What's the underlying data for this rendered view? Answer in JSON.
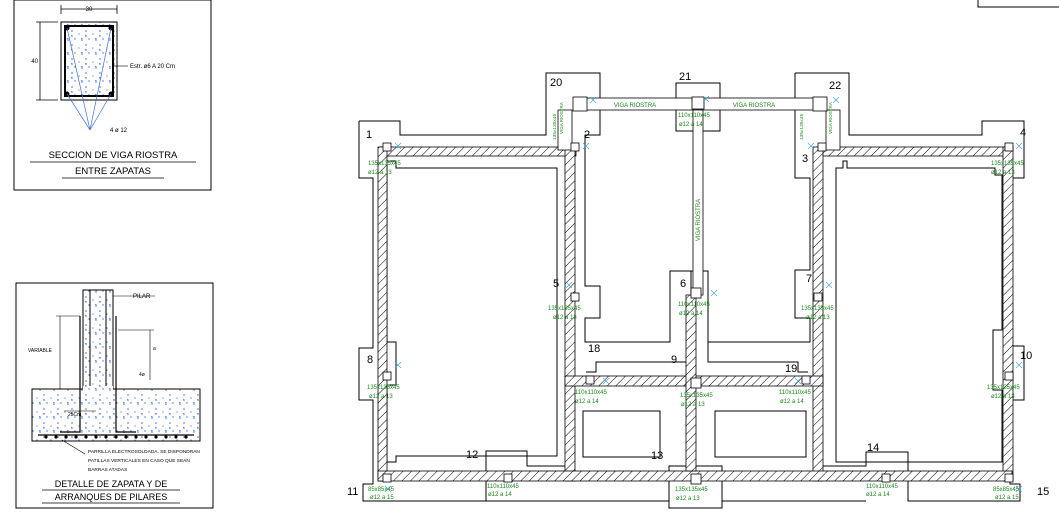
{
  "detail_section": {
    "dim_top": "30",
    "dim_left": "40",
    "stirrup_note": "Estr. ø6 A 20 Cm",
    "bars_note": "4 ø 12",
    "title_line1": "SECCION DE VIGA RIOSTRA",
    "title_line2": "ENTRE ZAPATAS"
  },
  "detail_footing": {
    "pillar_label": "PILAR",
    "variable_label": "VARIABLE",
    "dim_small_a": "a",
    "dim_small_b": "4ø",
    "dim_bottom": "25Cm",
    "note_line1": "PARRILLA ELECTROSOLDADA. SE DISPONDRAN",
    "note_line2": "PATILLAS VERTICALES EN CASO QUE SEAN",
    "note_line3": "BARRAS ATADAS",
    "title_line1": "DETALLE DE ZAPATA Y DE",
    "title_line2": "ARRANQUES DE PILARES"
  },
  "beam_labels": {
    "riostra_left": "VIGA RIOSTRA",
    "riostra_right": "VIGA RIOSTRA",
    "riostra_vertical": "VIGA RIOSTRA"
  },
  "footings": [
    {
      "id": "1",
      "size": "135x135x45",
      "rebar": "ø12 a 13"
    },
    {
      "id": "2",
      "size": "",
      "rebar": ""
    },
    {
      "id": "3",
      "size": "",
      "rebar": ""
    },
    {
      "id": "4",
      "size": "135x135x45",
      "rebar": "ø12 a 13"
    },
    {
      "id": "5",
      "size": "135x135x45",
      "rebar": "ø12 a 13"
    },
    {
      "id": "6",
      "size": "110x110x45",
      "rebar": "ø12 a 14"
    },
    {
      "id": "7",
      "size": "135x135x45",
      "rebar": "ø12 a 13"
    },
    {
      "id": "8",
      "size": "135x135x45",
      "rebar": "ø12 a 13"
    },
    {
      "id": "9",
      "size": "135x135x45",
      "rebar": "ø12 a 13"
    },
    {
      "id": "10",
      "size": "135x135x45",
      "rebar": "ø12 a 13"
    },
    {
      "id": "11",
      "size": "85x85x45",
      "rebar": "ø12 a 15"
    },
    {
      "id": "12",
      "size": "110x110x45",
      "rebar": "ø12 a 14"
    },
    {
      "id": "13",
      "size": "135x135x45",
      "rebar": "ø12 a 13"
    },
    {
      "id": "14",
      "size": "110x110x45",
      "rebar": "ø12 a 14"
    },
    {
      "id": "15",
      "size": "85x85x45",
      "rebar": "ø12 a 15"
    },
    {
      "id": "18",
      "size": "110x110x45",
      "rebar": "ø12 a 14"
    },
    {
      "id": "19",
      "size": "110x110x45",
      "rebar": "ø12 a 14"
    },
    {
      "id": "20",
      "size": "135x135x45",
      "rebar": "ø12 a 13"
    },
    {
      "id": "21",
      "size": "110x110x45",
      "rebar": "ø12 a 14"
    },
    {
      "id": "22",
      "size": "135x135x45",
      "rebar": "ø12 a 13"
    }
  ],
  "colors": {
    "lines": "#000000",
    "concrete_dots": "#3f6fd8",
    "annotations": "#1a8a1a",
    "axes": "#3aa0e0"
  }
}
